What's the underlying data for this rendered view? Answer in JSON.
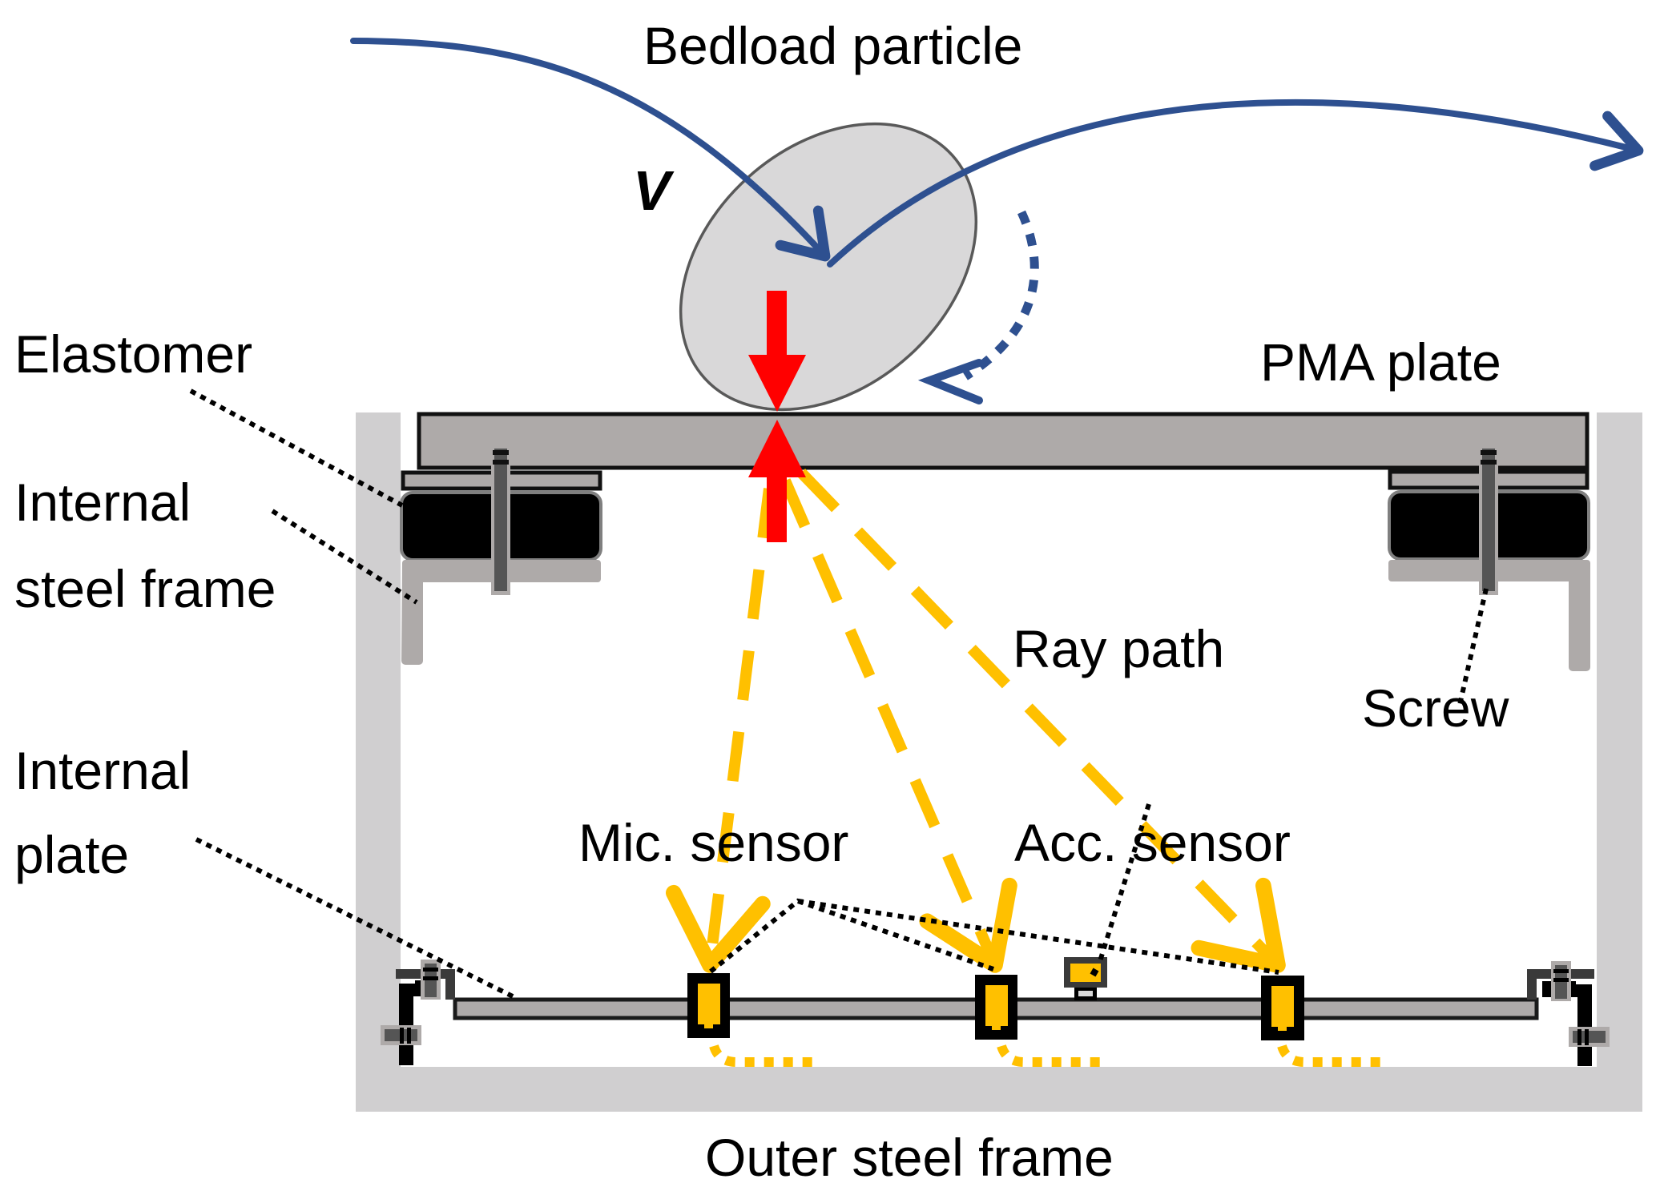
{
  "diagram": {
    "title": "Bedload impact plate cross-section",
    "labels": {
      "bedload_particle": "Bedload particle",
      "velocity": "V",
      "elastomer": "Elastomer",
      "internal_steel_frame_line1": "Internal",
      "internal_steel_frame_line2": "steel frame",
      "pma_plate": "PMA plate",
      "ray_path": "Ray path",
      "screw": "Screw",
      "internal_plate_line1": "Internal",
      "internal_plate_line2": "plate",
      "mic_sensor": "Mic. sensor",
      "acc_sensor": "Acc. sensor",
      "outer_steel_frame": "Outer steel frame"
    },
    "components": {
      "mic_sensor_count": 3,
      "acc_sensor_count": 1,
      "ray_path_count": 3,
      "screw_count": 2,
      "elastomer_count": 2
    },
    "colors": {
      "trajectory": "#2e5090",
      "impact_force": "#ff0000",
      "ray_path": "#ffc000",
      "outer_frame": "#d0cfd0",
      "plate": "#aeaaa9",
      "elastomer": "#000000"
    }
  }
}
